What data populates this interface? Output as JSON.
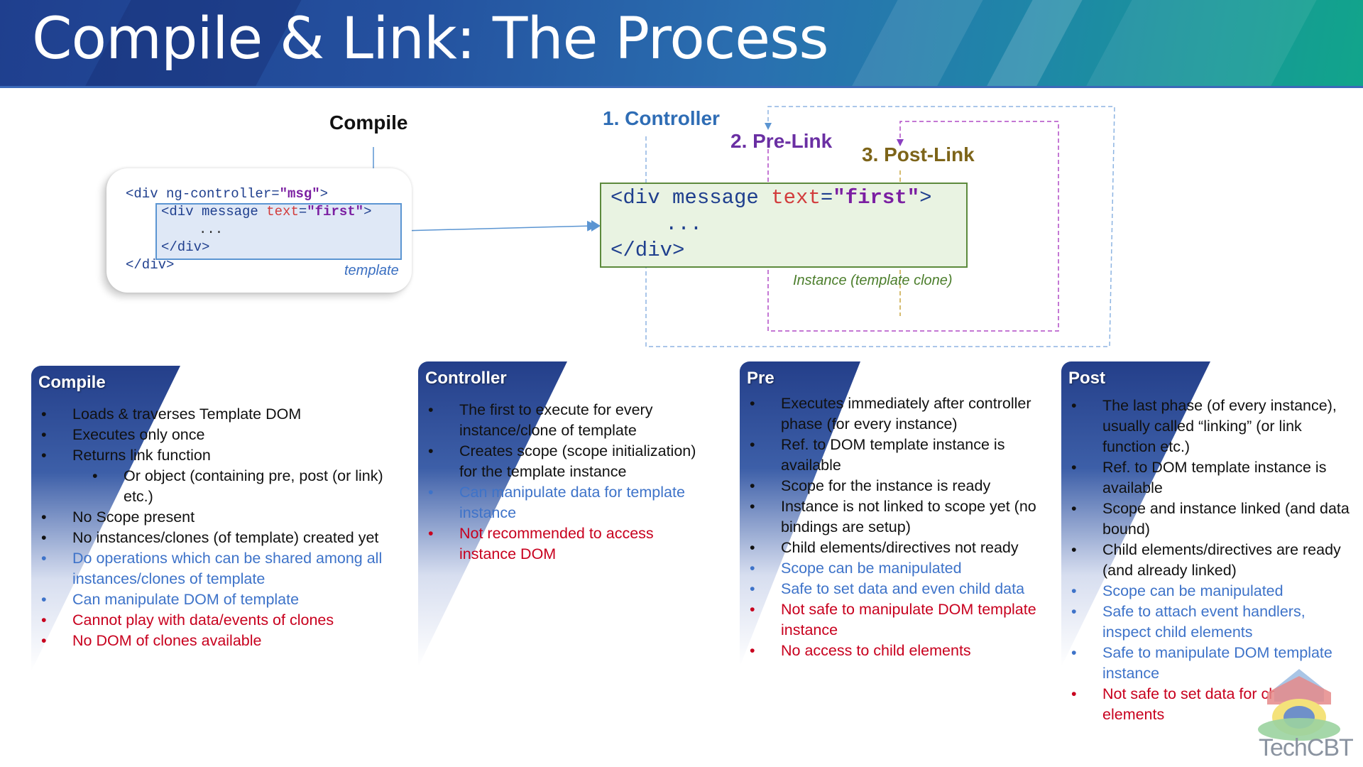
{
  "title": "Compile & Link: The Process",
  "diagram": {
    "compile_label": "Compile",
    "template_code": {
      "line1_tag": "<div ng-controller=",
      "line1_str": "\"msg\"",
      "line1_end": ">",
      "line2_tag": "<div message ",
      "line2_attr": "text",
      "line2_eq": "=",
      "line2_str": "\"first\"",
      "line2_end": ">",
      "line3": "...",
      "line4": "</div>",
      "line5": "</div>"
    },
    "template_label": "template",
    "instance_code": {
      "line1_tag": "<div message ",
      "line1_attr": "text",
      "line1_eq": "=",
      "line1_str": "\"first\"",
      "line1_end": ">",
      "line2": "...",
      "line3": "</div>"
    },
    "instance_label": "Instance (template clone)",
    "controller_label": "1. Controller",
    "prelink_label": "2. Pre-Link",
    "postlink_label": "3. Post-Link"
  },
  "panels": [
    {
      "title": "Compile",
      "items": [
        {
          "text": "Loads & traverses Template DOM",
          "color": "black"
        },
        {
          "text": "Executes only once",
          "color": "black"
        },
        {
          "text": "Returns link function",
          "color": "black"
        },
        {
          "text": "Or object (containing pre, post (or link) etc.)",
          "color": "black",
          "sub": true
        },
        {
          "text": "No Scope present",
          "color": "black"
        },
        {
          "text": "No instances/clones (of template) created yet",
          "color": "black"
        },
        {
          "text": "Do operations which can be shared among all instances/clones of template",
          "color": "blue"
        },
        {
          "text": "Can manipulate DOM of template",
          "color": "blue"
        },
        {
          "text": "Cannot play with data/events of clones",
          "color": "red"
        },
        {
          "text": "No DOM of clones available",
          "color": "red"
        }
      ]
    },
    {
      "title": "Controller",
      "items": [
        {
          "text": "The first to execute for every instance/clone of template",
          "color": "black"
        },
        {
          "text": "Creates scope (scope initialization) for the template instance",
          "color": "black"
        },
        {
          "text": "Can manipulate data for template instance",
          "color": "blue"
        },
        {
          "text": "Not recommended to access instance DOM",
          "color": "red"
        }
      ]
    },
    {
      "title": "Pre",
      "items": [
        {
          "text": "Executes immediately after controller phase (for every instance)",
          "color": "black"
        },
        {
          "text": "Ref. to DOM template instance is available",
          "color": "black"
        },
        {
          "text": "Scope for the instance is ready",
          "color": "black"
        },
        {
          "text": "Instance is not linked to scope yet (no bindings are setup)",
          "color": "black"
        },
        {
          "text": "Child elements/directives not ready",
          "color": "black"
        },
        {
          "text": "Scope can be manipulated",
          "color": "blue"
        },
        {
          "text": "Safe to set data and even child data",
          "color": "blue"
        },
        {
          "text": "Not safe to manipulate DOM template instance",
          "color": "red"
        },
        {
          "text": "No access to child elements",
          "color": "red"
        }
      ]
    },
    {
      "title": "Post",
      "items": [
        {
          "text": "The last phase (of every instance), usually called “linking” (or link function etc.)",
          "color": "black"
        },
        {
          "text": "Ref. to DOM template instance is available",
          "color": "black"
        },
        {
          "text": "Scope and instance linked (and data bound)",
          "color": "black"
        },
        {
          "text": "Child elements/directives are ready (and already linked)",
          "color": "black"
        },
        {
          "text": "Scope can be manipulated",
          "color": "blue"
        },
        {
          "text": "Safe to attach event handlers, inspect child elements",
          "color": "blue"
        },
        {
          "text": "Safe to manipulate DOM template instance",
          "color": "blue"
        },
        {
          "text": "Not safe to set data for child elements",
          "color": "red"
        }
      ]
    }
  ],
  "logo": {
    "text": "TechCBT"
  },
  "colors": {
    "blue": "#3e73c9",
    "red": "#c8001e",
    "black": "#111111",
    "banner": "#24519f"
  }
}
